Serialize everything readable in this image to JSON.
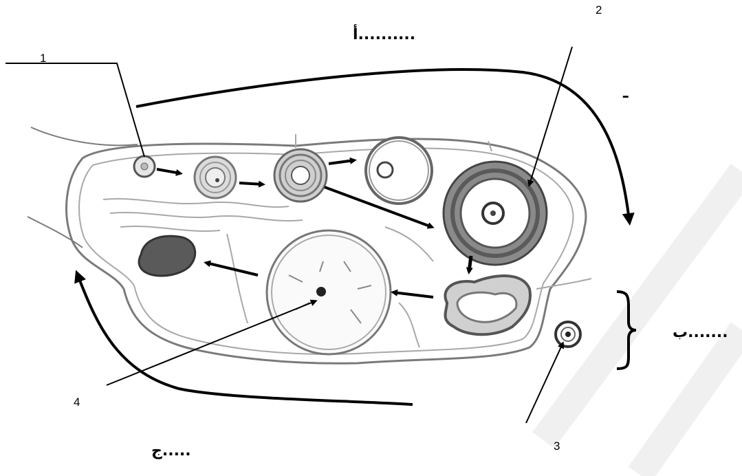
{
  "labels": {
    "part_1": "1",
    "part_2": "2",
    "part_3": "3",
    "part_4": "4",
    "blank_alef": "أ..........",
    "blank_ba": "ب.......",
    "blank_jim": "ج.....",
    "stray_mark": "ـ"
  },
  "colors": {
    "ink": "#000000",
    "tissue_gray": "#7a7a7a",
    "corpus_luteum": "#5a5a5a",
    "watermark": "#f1f1f1"
  }
}
